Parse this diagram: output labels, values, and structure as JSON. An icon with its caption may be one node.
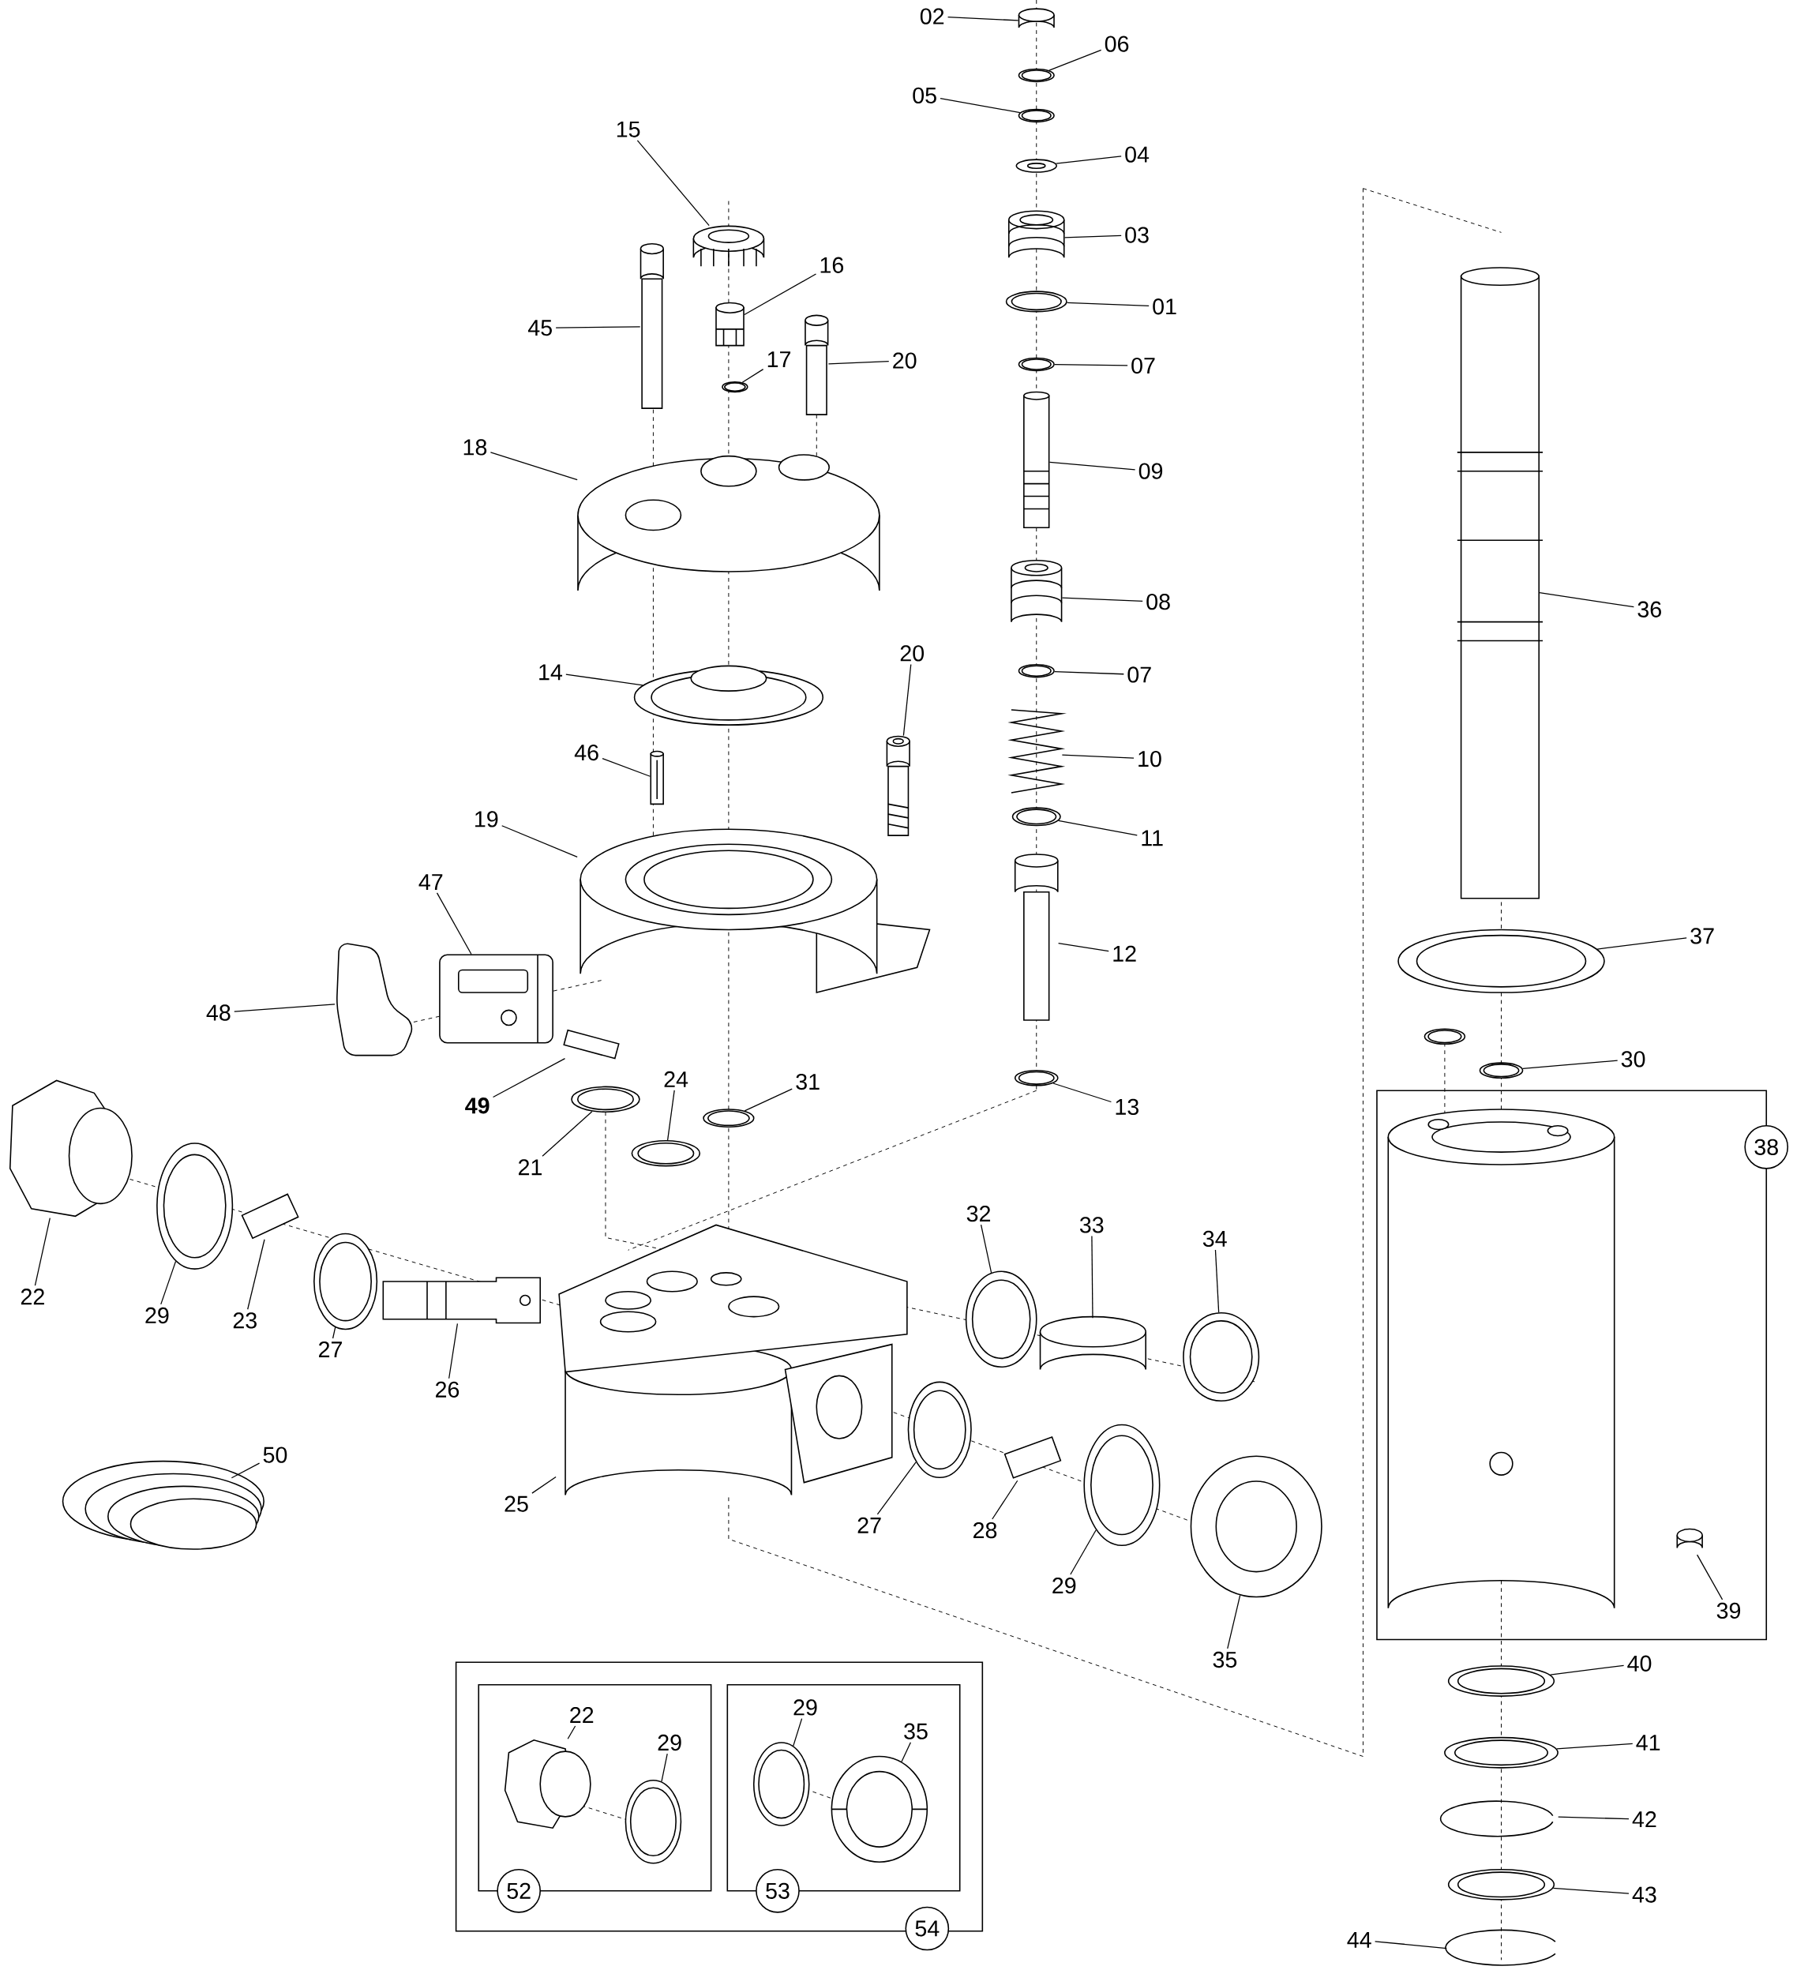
{
  "diagram": {
    "nodes": [
      {
        "text": [
          "02"
        ]
      },
      {
        "text": [
          "06"
        ]
      },
      {
        "text": [
          "05"
        ]
      },
      {
        "text": [
          "15"
        ]
      },
      {
        "text": [
          "04"
        ]
      },
      {
        "text": [
          "03"
        ]
      },
      {
        "text": [
          "16"
        ]
      },
      {
        "text": [
          "01"
        ]
      },
      {
        "text": [
          "45"
        ]
      },
      {
        "text": [
          "17"
        ]
      },
      {
        "text": [
          "20"
        ]
      },
      {
        "text": [
          "07"
        ]
      },
      {
        "text": [
          "18"
        ]
      },
      {
        "text": [
          "09"
        ]
      },
      {
        "text": [
          "08"
        ]
      },
      {
        "text": [
          "36"
        ]
      },
      {
        "text": [
          "20"
        ]
      },
      {
        "text": [
          "14"
        ]
      },
      {
        "text": [
          "07"
        ]
      },
      {
        "text": [
          "46"
        ]
      },
      {
        "text": [
          "10"
        ]
      },
      {
        "text": [
          "19"
        ]
      },
      {
        "text": [
          "11"
        ]
      },
      {
        "text": [
          "47"
        ]
      },
      {
        "text": [
          "37"
        ]
      },
      {
        "text": [
          "12"
        ]
      },
      {
        "text": [
          "48"
        ]
      },
      {
        "text": [
          "30"
        ]
      },
      {
        "text": [
          "31"
        ]
      },
      {
        "text": [
          "24"
        ]
      },
      {
        "text": [
          "49"
        ]
      },
      {
        "text": [
          "13"
        ]
      },
      {
        "text": [
          "38"
        ]
      },
      {
        "text": [
          "21"
        ]
      },
      {
        "text": [
          "32"
        ]
      },
      {
        "text": [
          "33"
        ]
      },
      {
        "text": [
          "34"
        ]
      },
      {
        "text": [
          "22"
        ]
      },
      {
        "text": [
          "29"
        ]
      },
      {
        "text": [
          "23"
        ]
      },
      {
        "text": [
          "27"
        ]
      },
      {
        "text": [
          "26"
        ]
      },
      {
        "text": [
          "50"
        ]
      },
      {
        "text": [
          "25"
        ]
      },
      {
        "text": [
          "27"
        ]
      },
      {
        "text": [
          "28"
        ]
      },
      {
        "text": [
          "29"
        ]
      },
      {
        "text": [
          "39"
        ],
        "in": 32
      },
      {
        "text": [
          "35"
        ]
      },
      {
        "text": [
          "40"
        ]
      },
      {
        "text": [
          "54"
        ]
      },
      {
        "text": [
          "52"
        ],
        "in": 50
      },
      {
        "text": [
          "22"
        ],
        "in": 51
      },
      {
        "text": [
          "29"
        ],
        "in": 51
      },
      {
        "text": [
          "53"
        ],
        "in": 50
      },
      {
        "text": [
          "29"
        ],
        "in": 54
      },
      {
        "text": [
          "35"
        ],
        "in": 54
      },
      {
        "text": [
          "41"
        ]
      },
      {
        "text": [
          "42"
        ]
      },
      {
        "text": [
          "43"
        ]
      },
      {
        "text": [
          "44"
        ]
      },
      {
        "text": [],
        "shape": "picture"
      },
      {
        "text": [],
        "shape": "picture"
      },
      {
        "text": [],
        "shape": "picture"
      },
      {
        "text": [],
        "shape": "picture"
      },
      {
        "text": [],
        "shape": "picture"
      },
      {
        "text": [],
        "shape": "picture"
      },
      {
        "text": [],
        "shape": "picture"
      },
      {
        "text": [],
        "shape": "picture"
      },
      {
        "text": [],
        "shape": "picture"
      },
      {
        "text": [],
        "shape": "picture"
      },
      {
        "text": [],
        "shape": "picture"
      },
      {
        "text": [],
        "shape": "picture"
      },
      {
        "text": [],
        "shape": "picture"
      },
      {
        "text": [],
        "shape": "picture"
      },
      {
        "text": [],
        "shape": "picture"
      },
      {
        "text": [],
        "shape": "picture"
      },
      {
        "text": [],
        "shape": "picture"
      },
      {
        "text": [],
        "shape": "picture"
      },
      {
        "text": [],
        "shape": "picture"
      },
      {
        "text": [],
        "shape": "picture"
      },
      {
        "text": [],
        "shape": "picture"
      },
      {
        "text": [],
        "shape": "picture"
      },
      {
        "text": [],
        "shape": "picture"
      },
      {
        "text": [],
        "shape": "picture"
      },
      {
        "text": [],
        "shape": "picture"
      },
      {
        "text": [],
        "shape": "picture"
      },
      {
        "text": [],
        "shape": "picture"
      },
      {
        "text": [],
        "shape": "picture"
      },
      {
        "text": [],
        "shape": "picture"
      },
      {
        "text": [],
        "shape": "picture"
      },
      {
        "text": [],
        "shape": "picture"
      },
      {
        "text": [],
        "shape": "picture"
      },
      {
        "text": [],
        "shape": "picture"
      },
      {
        "text": [],
        "shape": "picture"
      },
      {
        "text": [],
        "shape": "picture"
      },
      {
        "text": [],
        "shape": "picture"
      },
      {
        "text": [],
        "shape": "picture"
      },
      {
        "text": [],
        "shape": "picture"
      },
      {
        "text": [],
        "shape": "picture"
      },
      {
        "text": [],
        "shape": "picture"
      },
      {
        "text": [],
        "shape": "picture"
      },
      {
        "text": [],
        "shape": "picture"
      },
      {
        "text": [],
        "shape": "picture"
      },
      {
        "text": [],
        "shape": "picture"
      },
      {
        "text": [],
        "shape": "picture"
      },
      {
        "text": [],
        "shape": "picture"
      },
      {
        "text": [],
        "shape": "picture",
        "in": 32
      },
      {
        "text": [],
        "shape": "picture"
      },
      {
        "text": [],
        "shape": "picture"
      },
      {
        "text": [],
        "shape": "picture",
        "in": 51
      },
      {
        "text": [],
        "shape": "picture",
        "in": 51
      },
      {
        "text": [],
        "shape": "picture",
        "in": 54
      },
      {
        "text": [],
        "shape": "picture",
        "in": 54
      },
      {
        "text": [],
        "shape": "picture"
      },
      {
        "text": [],
        "shape": "picture"
      },
      {
        "text": [],
        "shape": "picture"
      },
      {
        "text": [],
        "shape": "picture"
      }
    ],
    "edges": [
      {
        "from": 0,
        "to": 61,
        "arrow": "none"
      },
      {
        "from": 1,
        "to": 62,
        "arrow": "none"
      },
      {
        "from": 2,
        "to": 63,
        "arrow": "none"
      },
      {
        "from": 3,
        "to": 64,
        "arrow": "none"
      },
      {
        "from": 4,
        "to": 65,
        "arrow": "none"
      },
      {
        "from": 5,
        "to": 66,
        "arrow": "none"
      },
      {
        "from": 6,
        "to": 67,
        "arrow": "none"
      },
      {
        "from": 7,
        "to": 68,
        "arrow": "none"
      },
      {
        "from": 8,
        "to": 69,
        "arrow": "none"
      },
      {
        "from": 9,
        "to": 70,
        "arrow": "none"
      },
      {
        "from": 10,
        "to": 71,
        "arrow": "none"
      },
      {
        "from": 11,
        "to": 72,
        "arrow": "none"
      },
      {
        "from": 12,
        "to": 73,
        "arrow": "none"
      },
      {
        "from": 13,
        "to": 74,
        "arrow": "none"
      },
      {
        "from": 14,
        "to": 75,
        "arrow": "none"
      },
      {
        "from": 15,
        "to": 76,
        "arrow": "none"
      },
      {
        "from": 16,
        "to": 77,
        "arrow": "none"
      },
      {
        "from": 17,
        "to": 78,
        "arrow": "none"
      },
      {
        "from": 18,
        "to": 79,
        "arrow": "none"
      },
      {
        "from": 19,
        "to": 80,
        "arrow": "none"
      },
      {
        "from": 20,
        "to": 81,
        "arrow": "none"
      },
      {
        "from": 21,
        "to": 82,
        "arrow": "none"
      },
      {
        "from": 22,
        "to": 83,
        "arrow": "none"
      },
      {
        "from": 23,
        "to": 84,
        "arrow": "none"
      },
      {
        "from": 24,
        "to": 85,
        "arrow": "none"
      },
      {
        "from": 25,
        "to": 86,
        "arrow": "none"
      },
      {
        "from": 26,
        "to": 87,
        "arrow": "none"
      },
      {
        "from": 27,
        "to": 88,
        "arrow": "none"
      },
      {
        "from": 28,
        "to": 89,
        "arrow": "none"
      },
      {
        "from": 29,
        "to": 90,
        "arrow": "none"
      },
      {
        "from": 30,
        "to": 91,
        "arrow": "none"
      },
      {
        "from": 31,
        "to": 92,
        "arrow": "none"
      },
      {
        "from": 33,
        "to": 93,
        "arrow": "none"
      },
      {
        "from": 34,
        "to": 94,
        "arrow": "none"
      },
      {
        "from": 35,
        "to": 95,
        "arrow": "none"
      },
      {
        "from": 36,
        "to": 96,
        "arrow": "none"
      },
      {
        "from": 37,
        "to": 97,
        "arrow": "none"
      },
      {
        "from": 38,
        "to": 98,
        "arrow": "none"
      },
      {
        "from": 39,
        "to": 99,
        "arrow": "none"
      },
      {
        "from": 40,
        "to": 100,
        "arrow": "none"
      },
      {
        "from": 41,
        "to": 101,
        "arrow": "none"
      },
      {
        "from": 42,
        "to": 102,
        "arrow": "none"
      },
      {
        "from": 43,
        "to": 103,
        "arrow": "none"
      },
      {
        "from": 44,
        "to": 104,
        "arrow": "none"
      },
      {
        "from": 45,
        "to": 105,
        "arrow": "none"
      },
      {
        "from": 46,
        "to": 106,
        "arrow": "none"
      },
      {
        "from": 47,
        "to": 107,
        "arrow": "none"
      },
      {
        "from": 48,
        "to": 108,
        "arrow": "none"
      },
      {
        "from": 49,
        "to": 109,
        "arrow": "none"
      },
      {
        "from": 52,
        "to": 110,
        "arrow": "none"
      },
      {
        "from": 53,
        "to": 111,
        "arrow": "none"
      },
      {
        "from": 55,
        "to": 112,
        "arrow": "none"
      },
      {
        "from": 56,
        "to": 113,
        "arrow": "none"
      },
      {
        "from": 57,
        "to": 114,
        "arrow": "none"
      },
      {
        "from": 58,
        "to": 115,
        "arrow": "none"
      },
      {
        "from": 59,
        "to": 116,
        "arrow": "none"
      },
      {
        "from": 60,
        "to": 117,
        "arrow": "none"
      }
    ]
  }
}
